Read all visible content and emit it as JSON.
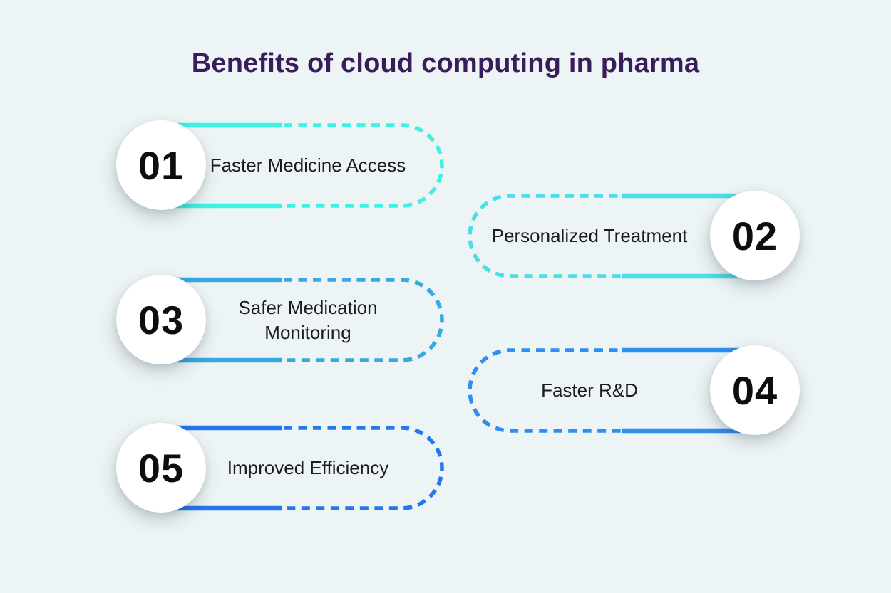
{
  "page": {
    "title": "Benefits of cloud computing in pharma"
  },
  "colors": {
    "bg": "#edf4f5",
    "title": "#3b1c5b",
    "text": "#1c1c1c",
    "number": "#0e0e0e",
    "circle": "#ffffff"
  },
  "items": [
    {
      "number": "01",
      "label": "Faster Medicine Access",
      "color": "#3ef2e2",
      "side": "left"
    },
    {
      "number": "02",
      "label": "Personalized Treatment",
      "color": "#48dfe8",
      "side": "right"
    },
    {
      "number": "03",
      "label": "Safer Medication Monitoring",
      "color": "#37a8e0",
      "side": "left"
    },
    {
      "number": "04",
      "label": "Faster R&D",
      "color": "#2e8ff0",
      "side": "right"
    },
    {
      "number": "05",
      "label": "Improved Efficiency",
      "color": "#2478e9",
      "side": "left"
    }
  ]
}
